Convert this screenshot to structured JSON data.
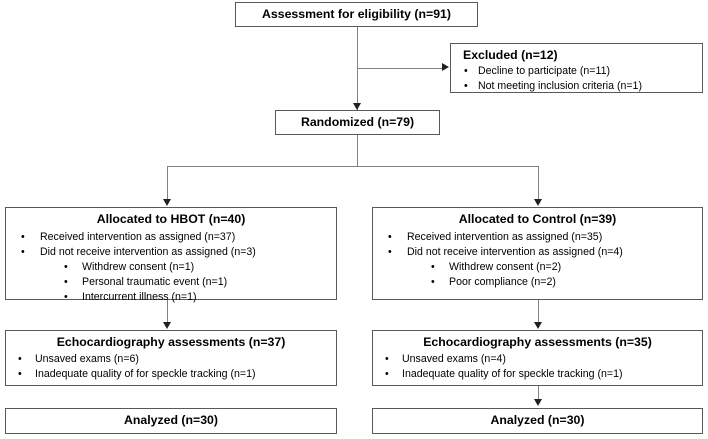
{
  "diagram": {
    "type": "consort-flow-diagram",
    "colors": {
      "box_border": "#58595b",
      "connector": "#808285",
      "arrow": "#231f20",
      "text": "#000000",
      "background": "#ffffff"
    }
  },
  "assessment": {
    "title": "Assessment for eligibility (n=91)"
  },
  "excluded": {
    "title": "Excluded (n=12)",
    "items": [
      "Decline to participate (n=11)",
      "Not meeting inclusion criteria (n=1)"
    ]
  },
  "randomized": {
    "title": "Randomized (n=79)"
  },
  "allocation_left": {
    "title": "Allocated to HBOT (n=40)",
    "items": [
      "Received intervention as assigned (n=37)",
      "Did not receive intervention as assigned (n=3)"
    ],
    "subitems": [
      "Withdrew consent (n=1)",
      "Personal traumatic event (n=1)",
      "Intercurrent illness (n=1)"
    ]
  },
  "allocation_right": {
    "title": "Allocated to Control (n=39)",
    "items": [
      "Received intervention as assigned (n=35)",
      "Did not receive intervention as assigned (n=4)"
    ],
    "subitems": [
      "Withdrew consent (n=2)",
      "Poor compliance (n=2)"
    ]
  },
  "echo_left": {
    "title": "Echocardiography assessments (n=37)",
    "items": [
      "Unsaved exams (n=6)",
      "Inadequate quality of for speckle tracking (n=1)"
    ]
  },
  "echo_right": {
    "title": "Echocardiography assessments (n=35)",
    "items": [
      "Unsaved exams (n=4)",
      "Inadequate quality of for speckle tracking (n=1)"
    ]
  },
  "analyzed_left": {
    "title": "Analyzed (n=30)"
  },
  "analyzed_right": {
    "title": "Analyzed (n=30)"
  },
  "bullet_glyph": "•"
}
